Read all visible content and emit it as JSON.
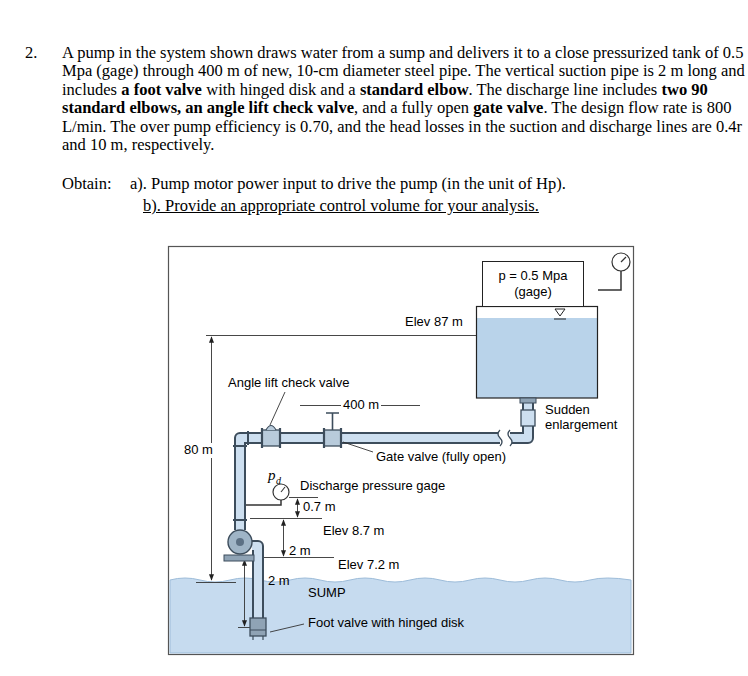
{
  "diagram": {
    "nodes": [
      {
        "text": [
          "p = 0.5 Mpa (gage)"
        ]
      }
    ],
    "labels": [
      "2.",
      "A pump in the system shown draws water from a sump and delivers it to a close pressurized tank of 0.5 Mpa (gage) through 400 m of new, 10-cm diameter steel pipe. The vertical suction pipe is 2 m long and includes",
      "a foot valve",
      "with hinged disk and a",
      "standard elbow",
      ". The discharge line includes",
      "two 90 standard elbows, an angle lift check valve",
      ", and a fully open",
      "gate valve",
      ". The design flow rate is 800 L/min. The over pump efficiency is 0.70, and the head losses in the suction and discharge lines are 0.4r and 10 m, respectively.",
      "Obtain:",
      "a). Pump motor power input to drive the pump (in the unit of Hp).",
      "b). Provide an appropriate control volume for your analysis.",
      "Elev 87 m",
      "80 m",
      "Angle lift check valve",
      "400 m",
      "Sudden enlargement",
      "Gate valve (fully open)",
      "p",
      "d",
      "Discharge pressure gage",
      "0.7 m",
      "Elev 8.7 m",
      "2 m",
      "Elev 7.2 m",
      "2 m",
      "SUMP",
      "Foot valve with hinged disk"
    ]
  }
}
